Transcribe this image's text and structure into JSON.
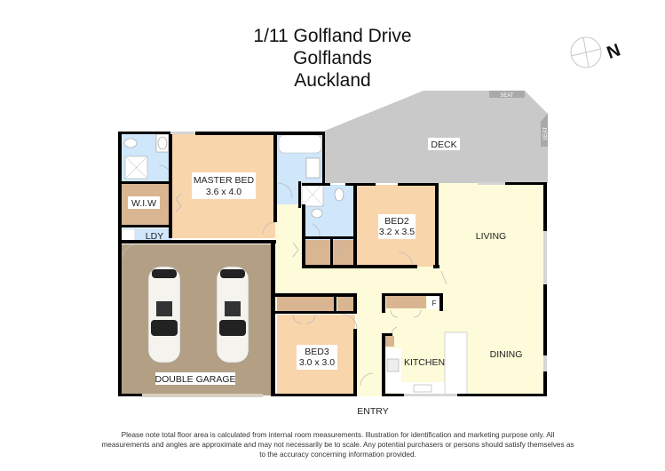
{
  "header": {
    "address_line1": "1/11 Golfland Drive",
    "address_line2": "Golflands",
    "address_line3": "Auckland"
  },
  "compass": {
    "label": "N",
    "icon": "compass-icon"
  },
  "rooms": {
    "deck": "DECK",
    "seat_top": "SEAT",
    "seat_right": "SEAT",
    "master_bed": {
      "name": "MASTER BED",
      "size": "3.6 x 4.0"
    },
    "wiw": "W.I.W",
    "laundry": "LDY",
    "bed2": {
      "name": "BED2",
      "size": "3.2 x 3.5"
    },
    "bed3": {
      "name": "BED3",
      "size": "3.0 x 3.0"
    },
    "living": "LIVING",
    "dining": "DINING",
    "kitchen": "KITCHEN",
    "fridge": "F",
    "garage": "DOUBLE GARAGE",
    "entry": "ENTRY"
  },
  "colors": {
    "bedroom": "#f9d5ac",
    "wardrobe": "#d9b592",
    "bathroom": "#cfe6fb",
    "living": "#fdfbd9",
    "garage": "#b3a084",
    "deck": "#c9c9c9",
    "wall": "#000000"
  },
  "footer": {
    "disclaimer_line1": "Please note total floor area is calculated from internal room measurements.  Illustration for identification and marketing purpose only.  All",
    "disclaimer_line2": "measurements and angles are approximate and may not necessarily be to scale.  Any potential purchasers or persons should satisfy themselves as",
    "disclaimer_line3": "to the accuracy concerning information provided."
  }
}
